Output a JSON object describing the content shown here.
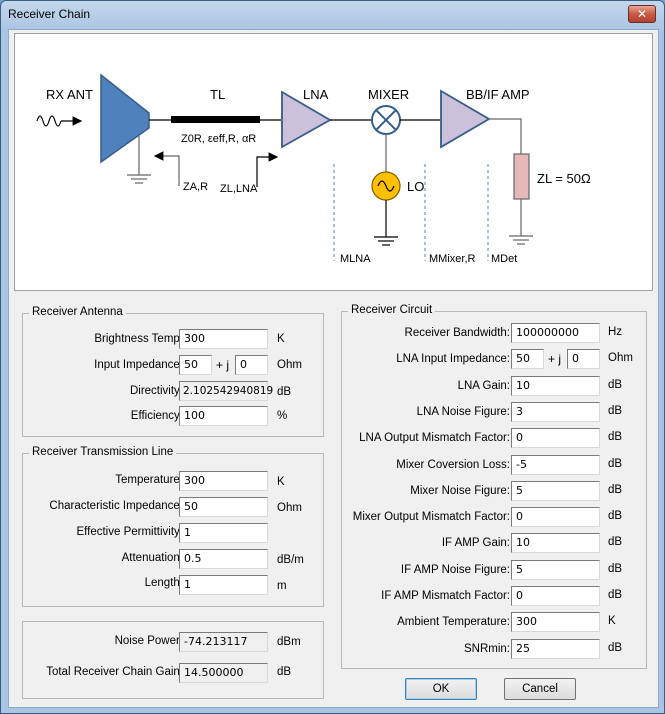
{
  "window": {
    "title": "Receiver Chain",
    "close_label": "✕"
  },
  "diagram": {
    "labels": {
      "rx_ant": "RX ANT",
      "tl": "TL",
      "lna": "LNA",
      "mixer": "MIXER",
      "bbif_amp": "BB/IF AMP",
      "lo": "LO",
      "tl_params": "Z0R, εeff,R, αR",
      "z_ar": "ZA,R",
      "z_llna": "ZL,LNA",
      "z_load": "ZL = 50Ω",
      "m_lna": "MLNA",
      "m_mixer": "MMixer,R",
      "m_det": "MDet"
    },
    "colors": {
      "antenna": "#4f81bd",
      "amp": "#ccc1da",
      "amp_stroke": "#385d8a",
      "lo": "#ffc000",
      "resistor": "#e6b9b8"
    }
  },
  "receiver_antenna": {
    "title": "Receiver Antenna",
    "fields": [
      {
        "label": "Brightness Temp:",
        "value": "300",
        "unit": "K"
      },
      {
        "label": "Input Impedance:",
        "value": "50",
        "imag": "0",
        "plusj": "+ j",
        "unit": "Ohm"
      },
      {
        "label": "Directivity:",
        "value": "2.102542940819",
        "unit": "dB",
        "readonly": true
      },
      {
        "label": "Efficiency:",
        "value": "100",
        "unit": "%"
      }
    ]
  },
  "receiver_tl": {
    "title": "Receiver Transmission Line",
    "fields": [
      {
        "label": "Temperature:",
        "value": "300",
        "unit": "K"
      },
      {
        "label": "Characteristic Impedance:",
        "value": "50",
        "unit": "Ohm"
      },
      {
        "label": "Effective Permittivity:",
        "value": "1",
        "unit": ""
      },
      {
        "label": "Attenuation:",
        "value": "0.5",
        "unit": "dB/m"
      },
      {
        "label": "Length:",
        "value": "1",
        "unit": "m"
      }
    ]
  },
  "results": {
    "fields": [
      {
        "label": "Noise Power:",
        "value": "-74.213117",
        "unit": "dBm"
      },
      {
        "label": "Total Receiver Chain Gain:",
        "value": "14.500000",
        "unit": "dB"
      }
    ]
  },
  "receiver_circuit": {
    "title": "Receiver Circuit",
    "fields": [
      {
        "label": "Receiver Bandwidth:",
        "value": "100000000",
        "unit": "Hz"
      },
      {
        "label": "LNA Input Impedance:",
        "value": "50",
        "imag": "0",
        "plusj": "+ j",
        "unit": "Ohm"
      },
      {
        "label": "LNA Gain:",
        "value": "10",
        "unit": "dB"
      },
      {
        "label": "LNA Noise Figure:",
        "value": "3",
        "unit": "dB"
      },
      {
        "label": "LNA Output Mismatch Factor:",
        "value": "0",
        "unit": "dB"
      },
      {
        "label": "Mixer Coversion Loss:",
        "value": "-5",
        "unit": "dB"
      },
      {
        "label": "Mixer Noise Figure:",
        "value": "5",
        "unit": "dB"
      },
      {
        "label": "Mixer Output Mismatch Factor:",
        "value": "0",
        "unit": "dB"
      },
      {
        "label": "IF AMP Gain:",
        "value": "10",
        "unit": "dB"
      },
      {
        "label": "IF AMP Noise Figure:",
        "value": "5",
        "unit": "dB"
      },
      {
        "label": "IF AMP Mismatch Factor:",
        "value": "0",
        "unit": "dB"
      },
      {
        "label": "Ambient Temperature:",
        "value": "300",
        "unit": "K"
      },
      {
        "label": "SNRmin:",
        "value": "25",
        "unit": "dB"
      }
    ]
  },
  "buttons": {
    "ok": "OK",
    "cancel": "Cancel"
  }
}
